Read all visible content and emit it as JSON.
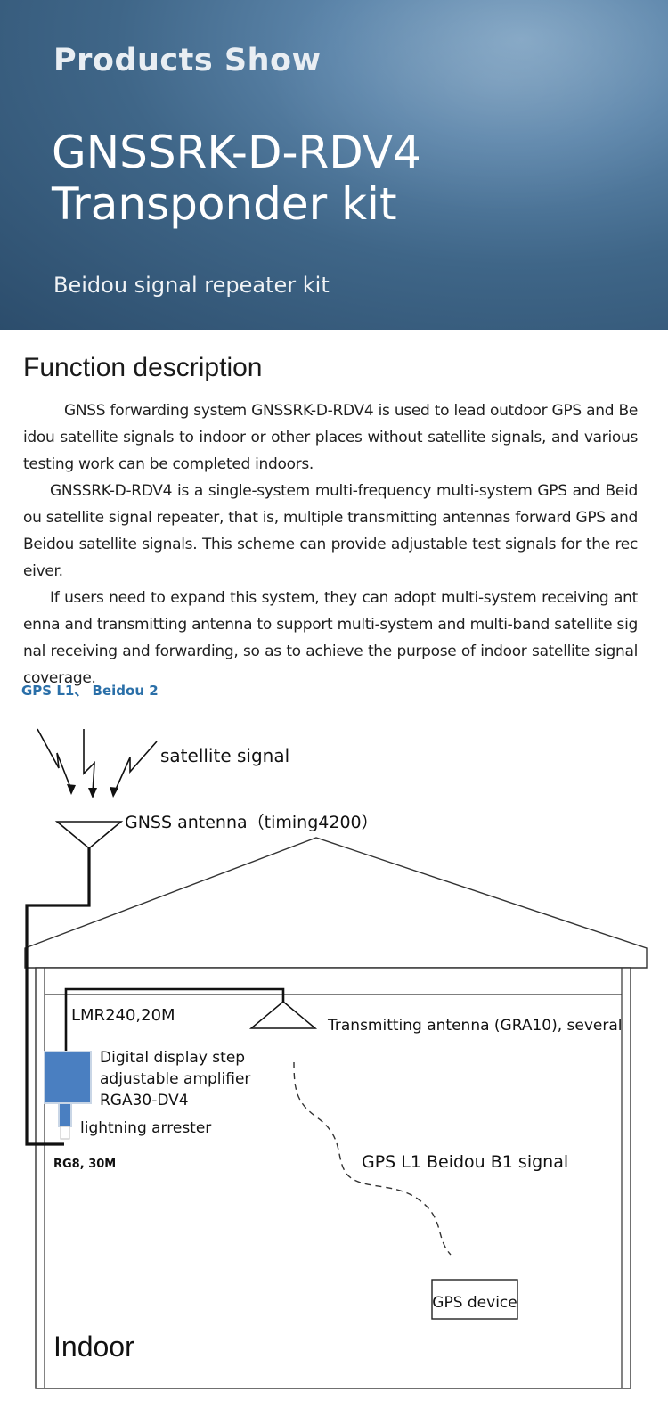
{
  "hero": {
    "label": "Products Show",
    "title_line1": "GNSSRK-D-RDV4",
    "title_line2": "Transponder kit",
    "subtitle": "Beidou signal repeater kit"
  },
  "function": {
    "title": "Function description",
    "paragraphs": [
      "GNSS forwarding system GNSSRK-D-RDV4 is used to lead outdoor GPS and Beidou satellite signals to indoor or other places without satellite signals, and various testing work can be completed indoors.",
      "GNSSRK-D-RDV4 is a single-system multi-frequency multi-system GPS and Beidou satellite signal repeater, that is, multiple transmitting antennas forward GPS and Beidou satellite signals. This scheme can provide adjustable test signals for the receiver.",
      "If users need to expand this system, they can adopt multi-system receiving antenna and transmitting antenna to support multi-system and multi-band satellite signal receiving and forwarding, so as to achieve the purpose of indoor satellite signal coverage."
    ]
  },
  "diagram": {
    "bands_label": "GPS L1、 Beidou 2",
    "satellite_signal": "satellite signal",
    "gnss_antenna": "GNSS antenna（timing4200）",
    "cable_top": "LMR240,20M",
    "transmitting_antenna": "Transmitting antenna (GRA10), several",
    "amplifier_line1": "Digital display step",
    "amplifier_line2": "adjustable amplifier",
    "amplifier_line3": "RGA30-DV4",
    "lightning_arrester": "lightning arrester",
    "cable_bottom": "RG8, 30M",
    "signal_label": "GPS L1 Beidou B1 signal",
    "gps_device": "GPS device",
    "indoor": "Indoor",
    "colors": {
      "amplifier": "#4a7fc1",
      "arrester": "#4a7fc1",
      "bands": "#2a6fa8"
    }
  }
}
